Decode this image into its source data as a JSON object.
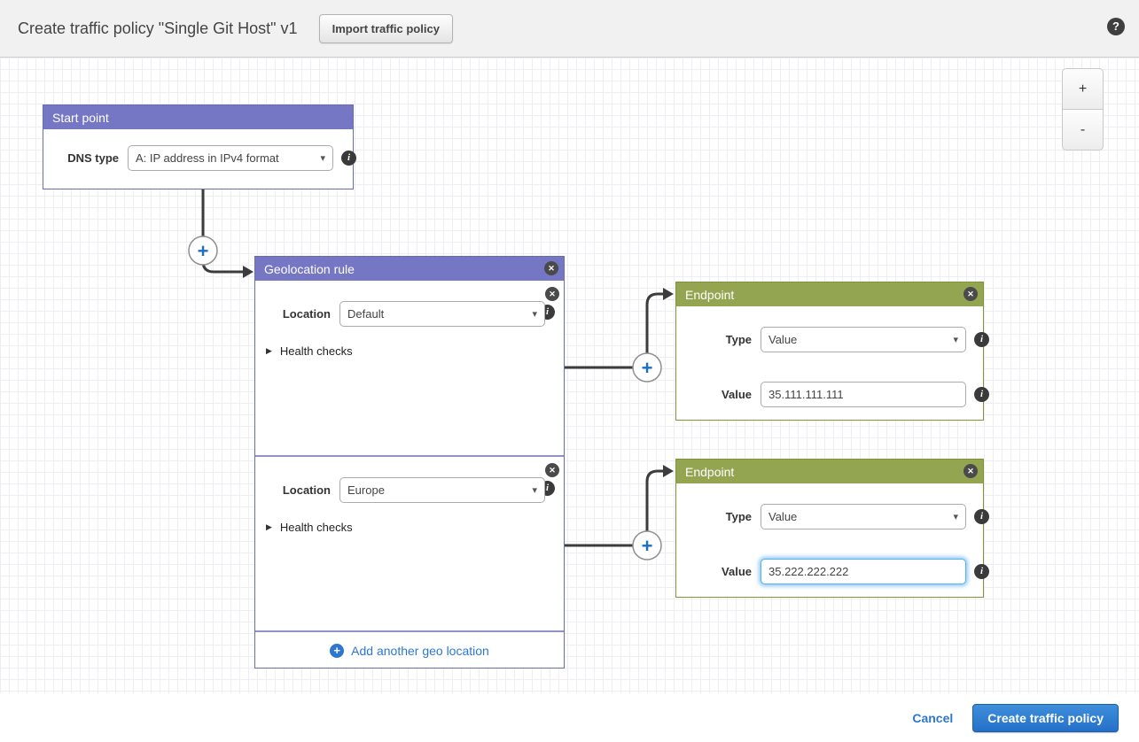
{
  "header": {
    "title": "Create traffic policy \"Single Git Host\" v1",
    "import_button": "Import traffic policy",
    "help_glyph": "?"
  },
  "zoom_controls": {
    "zoom_in": "+",
    "zoom_out": "-"
  },
  "icons": {
    "info": "i",
    "close": "✕",
    "caret": "▾",
    "collapsed_triangle": "▶",
    "plus": "+"
  },
  "start_point": {
    "title": "Start point",
    "dns_type_label": "DNS type",
    "dns_type_value": "A: IP address in IPv4 format"
  },
  "geolocation_rule": {
    "title": "Geolocation rule",
    "sections": [
      {
        "location_label": "Location",
        "location_value": "Default",
        "health_checks_label": "Health checks"
      },
      {
        "location_label": "Location",
        "location_value": "Europe",
        "health_checks_label": "Health checks"
      }
    ],
    "add_link_label": "Add another geo location"
  },
  "endpoints": [
    {
      "title": "Endpoint",
      "type_label": "Type",
      "type_value": "Value",
      "value_label": "Value",
      "value": "35.111.111.111"
    },
    {
      "title": "Endpoint",
      "type_label": "Type",
      "type_value": "Value",
      "value_label": "Value",
      "value": "35.222.222.222"
    }
  ],
  "footer": {
    "cancel_label": "Cancel",
    "create_label": "Create traffic policy"
  },
  "colors": {
    "rule_header_purple": "#7577c4",
    "endpoint_header_green": "#94a551",
    "accent_blue": "#2e77d0",
    "wire_gray": "#3c3c3c",
    "canvas_grid": "#ededf2"
  }
}
